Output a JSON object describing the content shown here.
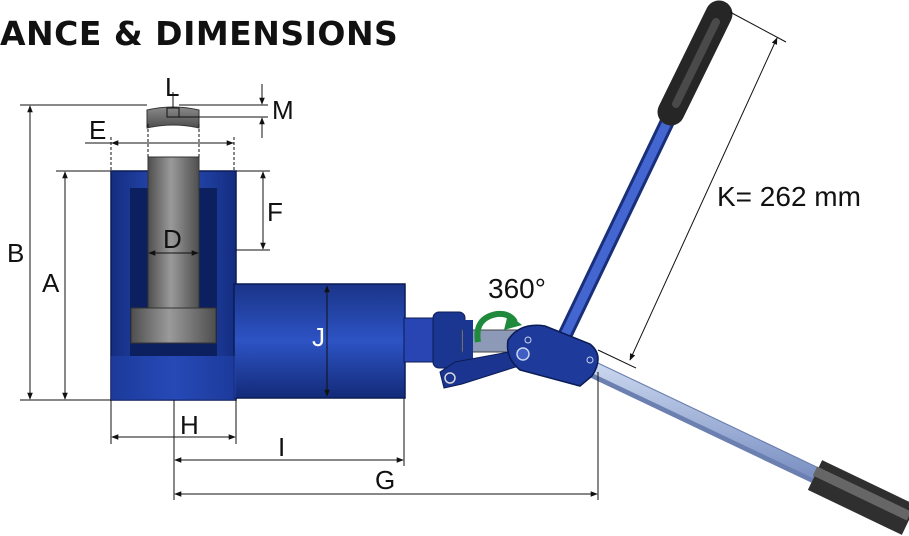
{
  "heading": "ANCE & DIMENSIONS",
  "dimension_labels": {
    "A": "A",
    "B": "B",
    "D": "D",
    "E": "E",
    "F": "F",
    "G": "G",
    "H": "H",
    "I": "I",
    "J": "J",
    "L": "L",
    "M": "M"
  },
  "handle_length_label": "K= 262 mm",
  "rotation_label": "360°",
  "colors": {
    "body_blue": "#1c3d9a",
    "body_dark": "#0d2266",
    "piston_gray": "#6f6f6f",
    "handle_blue": "#3f5fc4",
    "handle_light": "#9fb4d9",
    "grip_gray": "#5a5a5a",
    "arrow_green": "#1f8a3c"
  }
}
